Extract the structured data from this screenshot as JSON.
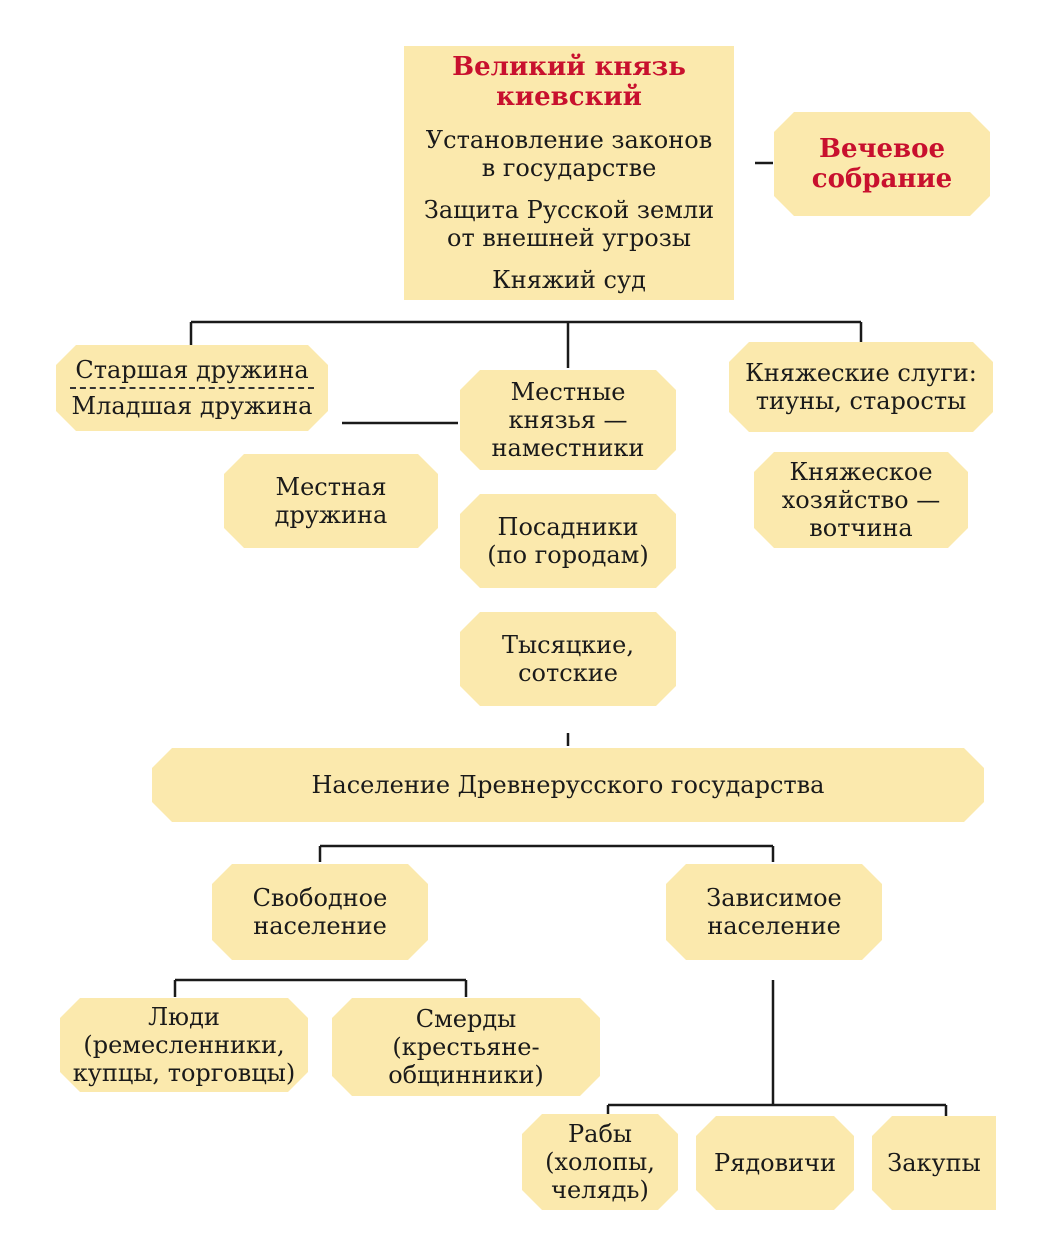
{
  "grand_prince": {
    "title_lines": [
      "Великий князь",
      "киевский"
    ],
    "functions": [
      [
        "Установление законов",
        "в государстве"
      ],
      [
        "Защита Русской земли",
        "от внешней угрозы"
      ],
      [
        "Княжий суд"
      ]
    ]
  },
  "veche": [
    "Вечевое",
    "собрание"
  ],
  "senior_druzhina": "Старшая дружина",
  "junior_druzhina": "Младшая дружина",
  "local_princes": [
    "Местные",
    "князья —",
    "наместники"
  ],
  "local_druzhina": [
    "Местная",
    "дружина"
  ],
  "posadniki": [
    "Посадники",
    "(по городам)"
  ],
  "tysyatskie": [
    "Тысяцкие,",
    "сотские"
  ],
  "servants": [
    "Княжеские слуги:",
    "тиуны, старосты"
  ],
  "votchina": [
    "Княжеское",
    "хозяйство —",
    "вотчина"
  ],
  "population": "Население Древнерусского государства",
  "free_population": [
    "Свободное",
    "население"
  ],
  "dependent_population": [
    "Зависимое",
    "население"
  ],
  "people": [
    "Люди",
    "(ремесленники,",
    "купцы, торговцы)"
  ],
  "smerdy": [
    "Смерды",
    "(крестьяне-",
    "общинники)"
  ],
  "slaves": [
    "Рабы",
    "(холопы,",
    "челядь)"
  ],
  "ryadovichi": "Рядовичи",
  "zakupy": "Закупы",
  "colors": {
    "box_fill": "#fbe9ad",
    "title_red": "#c8102e",
    "line": "#1a1a1a"
  }
}
